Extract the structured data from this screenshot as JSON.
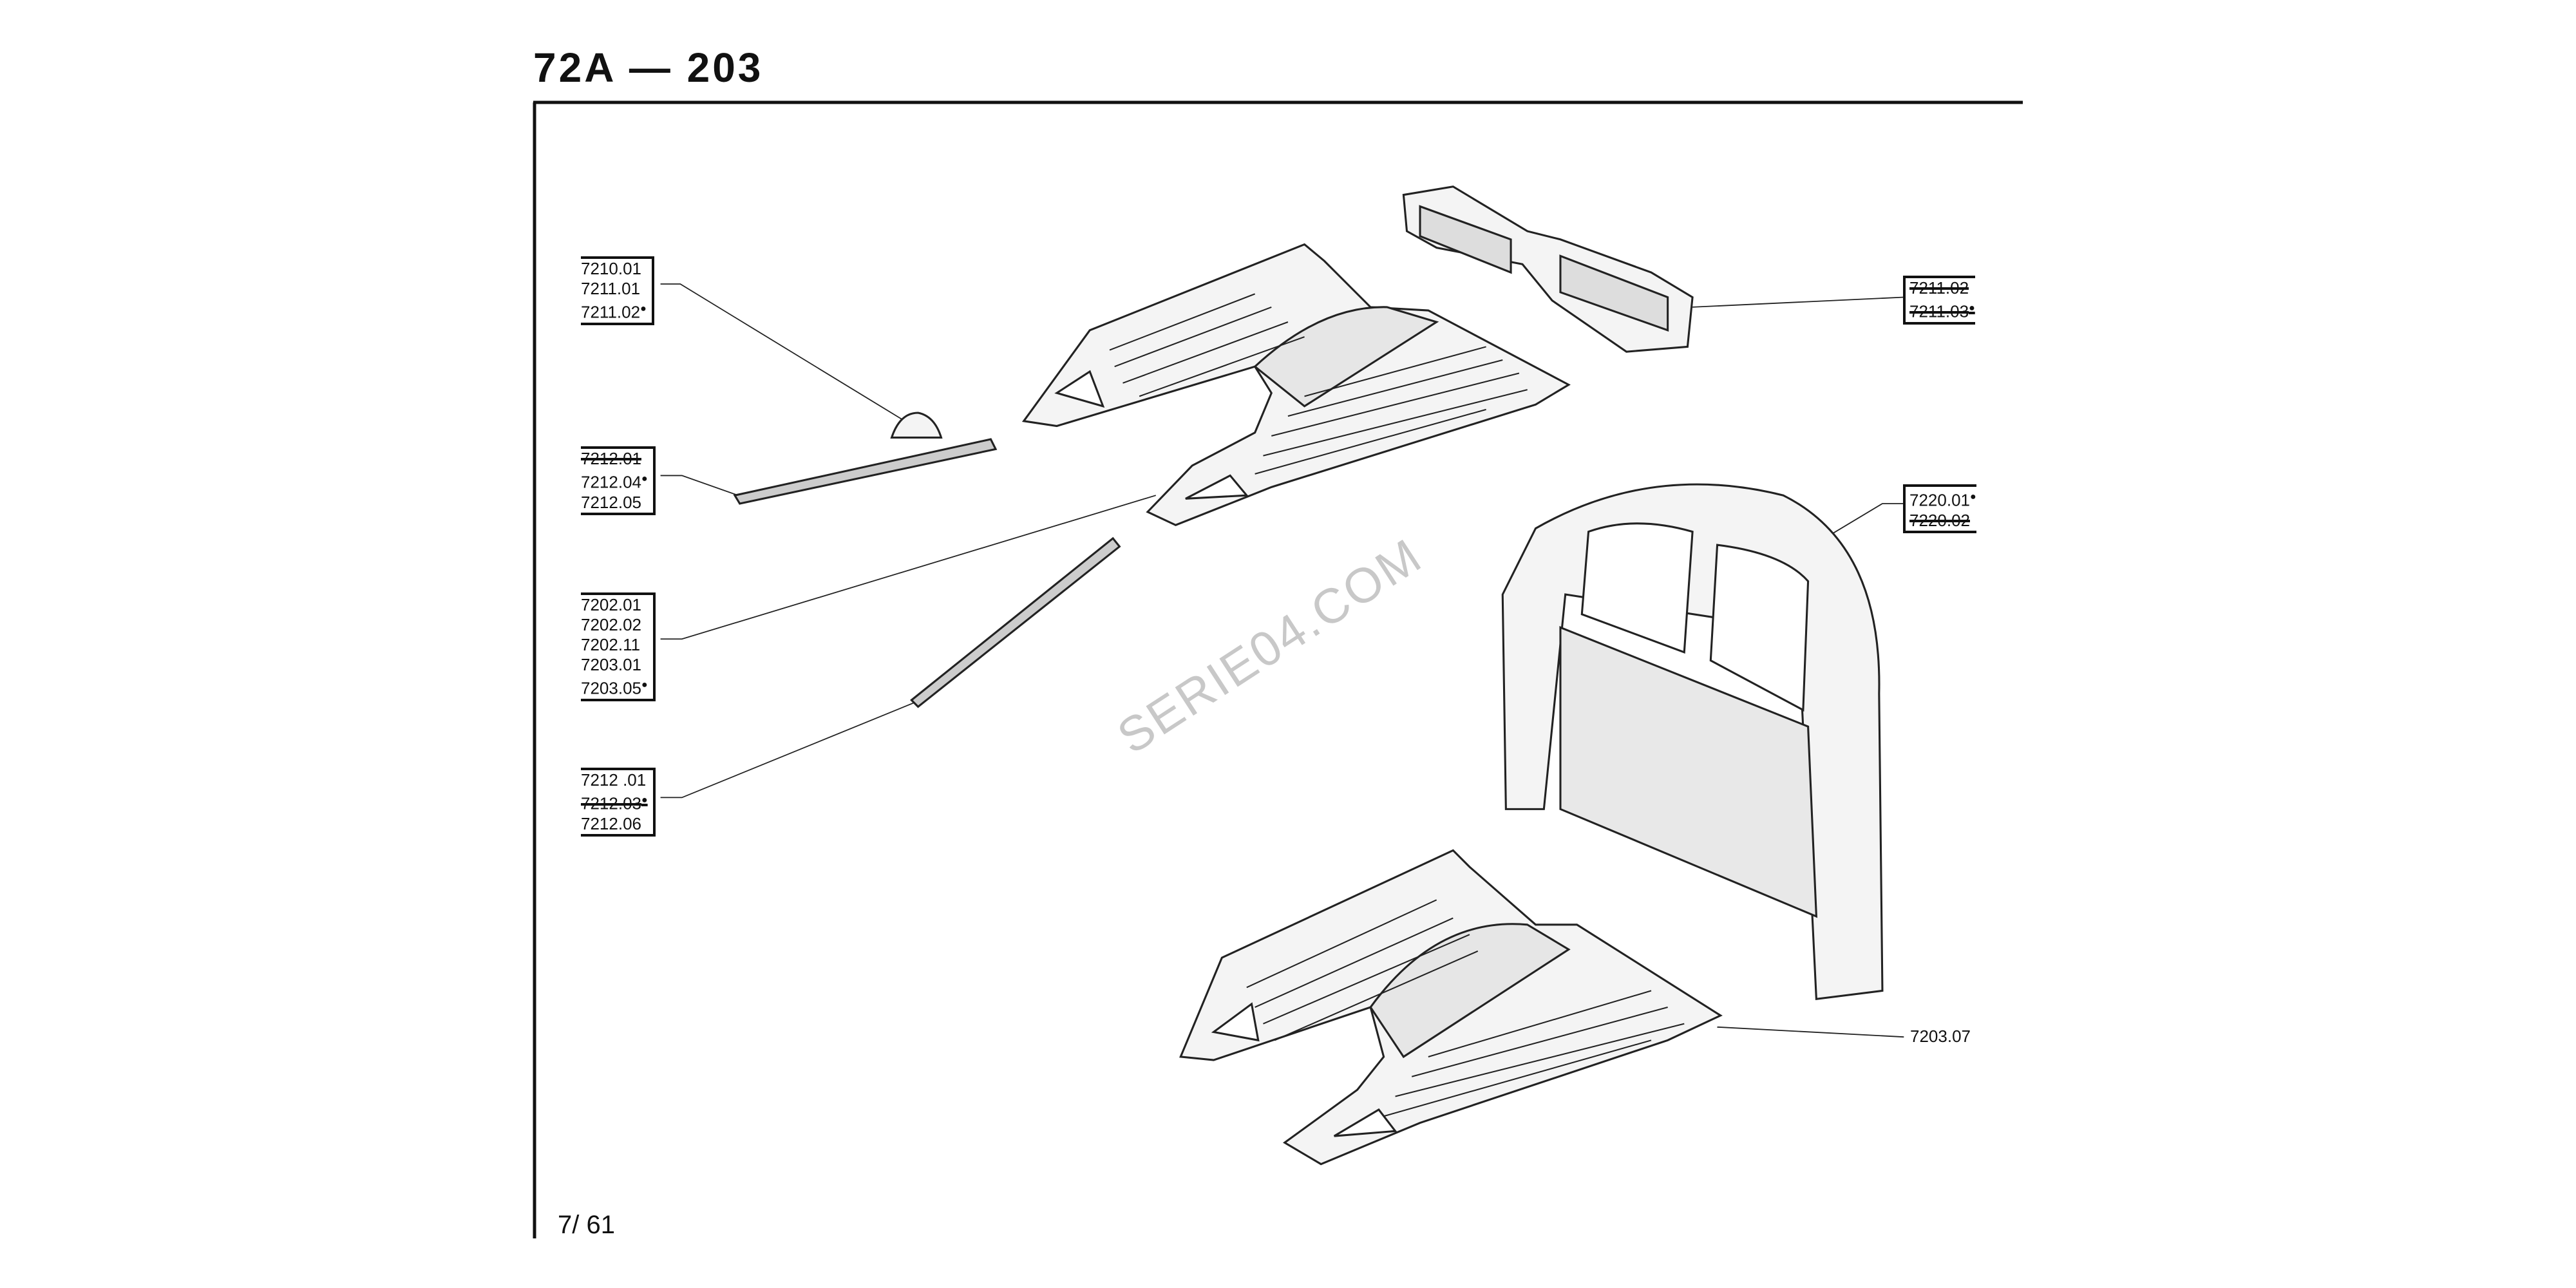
{
  "header": {
    "title": "72A — 203"
  },
  "footer": {
    "page": "7/ 61"
  },
  "watermark": "SERIE04.COM",
  "callouts": {
    "g1": [
      {
        "t": "7210.01"
      },
      {
        "t": "7211.01"
      },
      {
        "t": "7211.02",
        "dot": true
      }
    ],
    "g2": [
      {
        "t": "7212.01",
        "struck": true
      },
      {
        "t": "7212.04",
        "dot": true
      },
      {
        "t": "7212.05"
      }
    ],
    "g3": [
      {
        "t": "7202.01"
      },
      {
        "t": "7202.02"
      },
      {
        "t": "7202.11"
      },
      {
        "t": "7203.01"
      },
      {
        "t": "7203.05",
        "dot": true
      }
    ],
    "g4": [
      {
        "t": "7212 .01"
      },
      {
        "t": "7212.03",
        "struck": true,
        "dot": true
      },
      {
        "t": "7212.06"
      }
    ],
    "r1": [
      {
        "t": "7211.02",
        "struck": true
      },
      {
        "t": "7211.03",
        "struck": true,
        "dot": true
      }
    ],
    "r2": [
      {
        "t": "7220.01",
        "dot": true
      },
      {
        "t": "7220.02",
        "struck": true
      }
    ],
    "r3": "7203.07"
  }
}
